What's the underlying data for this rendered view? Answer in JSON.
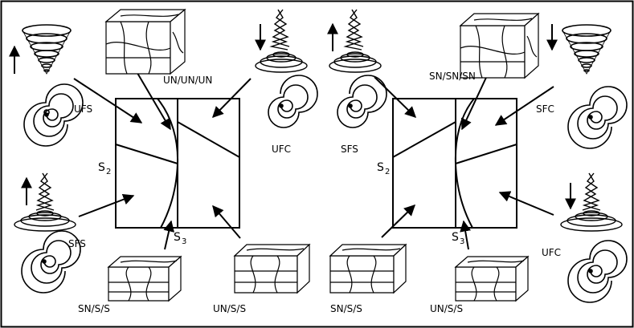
{
  "labels": {
    "un_un_un": "UN/UN/UN",
    "sn_sn_sn": "SN/SN/SN",
    "ufs": "UFS",
    "ufc_top": "UFC",
    "sfs_top": "SFS",
    "sfc": "SFC",
    "sfs_bottom": "SFS",
    "ufc_bottom": "UFC",
    "sn_s_s_left": "SN/S/S",
    "un_s_s_left": "UN/S/S",
    "sn_s_s_right": "SN/S/S",
    "un_s_s_right": "UN/S/S",
    "s2": "S",
    "s2_sub": "2",
    "s3": "S",
    "s3_sub": "3"
  }
}
